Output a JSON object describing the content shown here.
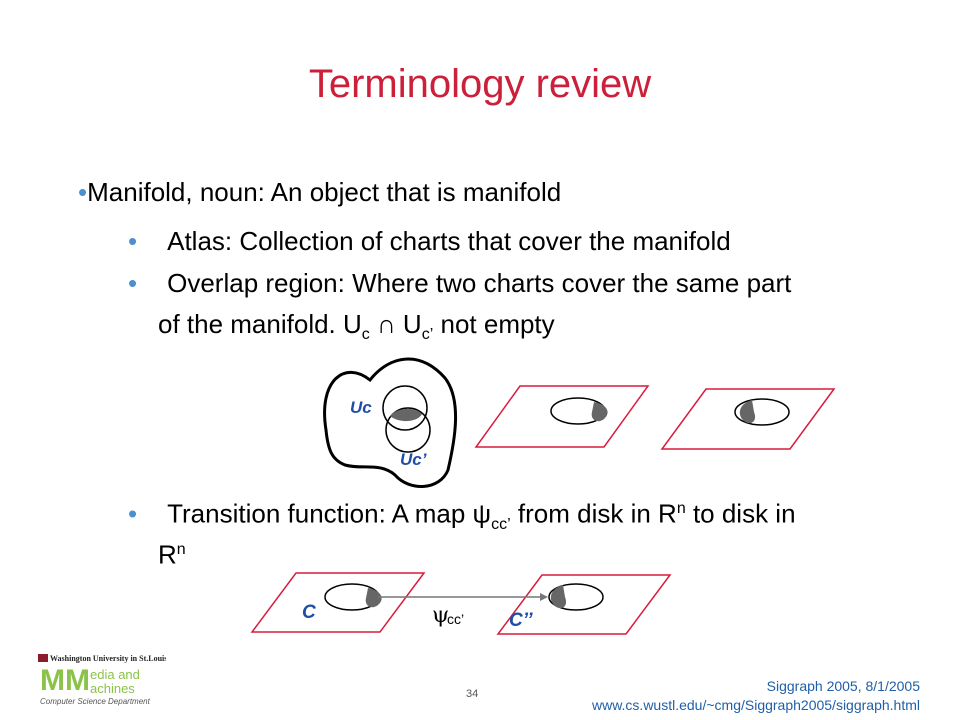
{
  "slide": {
    "title": "Terminology review",
    "bullet1": "Manifold, noun: An object that is manifold",
    "bullet2": "Atlas: Collection of charts that cover the manifold",
    "bullet3_line1": "Overlap region: Where two charts cover the same part",
    "bullet3_line2_prefix": "of the manifold. U",
    "bullet3_sub1": "c",
    "bullet3_mid": " ∩ U",
    "bullet3_sub2": "c’",
    "bullet3_suffix": " not empty",
    "bullet4_prefix": "Transition function: A map ",
    "bullet4_psi": "ψ",
    "bullet4_psi_sub": "cc’",
    "bullet4_mid": " from disk in R",
    "bullet4_sup": "n",
    "bullet4_suffix": " to disk in",
    "bullet4_line2": "R",
    "bullet4_line2_sup": "n"
  },
  "diagram": {
    "label_uc": "Uc",
    "label_ucp": "Uc’",
    "label_c": "C",
    "label_cpp": "C’’",
    "label_psi": "ψ",
    "label_psi_sub": "cc’"
  },
  "footer": {
    "page_number": "34",
    "conference": "Siggraph 2005, 8/1/2005",
    "url": "www.cs.wustl.edu/~cmg/Siggraph2005/siggraph.html",
    "logo_university": "Washington University in St.Louis",
    "logo_line1": "edia and",
    "logo_line2": "achines",
    "logo_line3": "Computer Science Department"
  },
  "colors": {
    "title": "#cc1f3a",
    "bullet": "#4a8fd0",
    "plane_border": "#d81b3c",
    "footer_text": "#1f5fa8",
    "logo_green": "#8bc34a"
  }
}
